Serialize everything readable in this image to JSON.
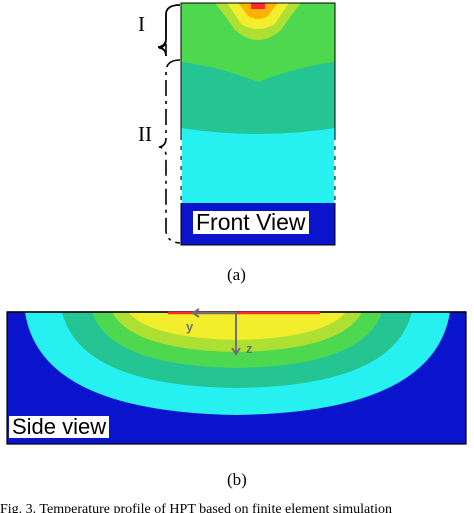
{
  "panel_a": {
    "view_label": "Front View",
    "region_1": "I",
    "region_2": "II",
    "panel_label": "(a)"
  },
  "panel_b": {
    "view_label": "Side view",
    "axis_y": "y",
    "axis_z": "z",
    "panel_label": "(b)"
  },
  "caption": "Fig. 3.  Temperature profile of HPT based on finite element simulation",
  "colors": {
    "dark_blue": "#0a14cc",
    "cyan": "#27f0f0",
    "teal": "#25c493",
    "green": "#4ed84f",
    "yellow_green": "#aee033",
    "yellow": "#f2ee2b",
    "orange": "#ffb000",
    "red": "#ff2a2a",
    "axis_gray": "#707070"
  }
}
